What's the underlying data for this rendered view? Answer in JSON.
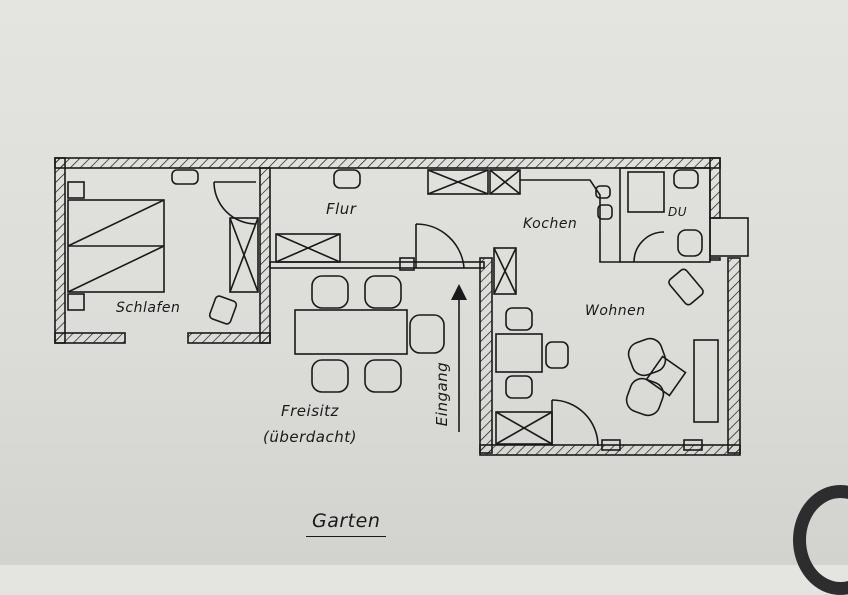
{
  "plan": {
    "rooms": {
      "flur": "Flur",
      "kochen": "Kochen",
      "du": "DU",
      "schlafen": "Schlafen",
      "wohnen": "Wohnen",
      "freisitz": "Freisitz",
      "freisitz_note": "(überdacht)",
      "eingang": "Eingang",
      "garten": "Garten"
    },
    "colors": {
      "ink": "#1a1a1a",
      "paper": "#e0e0dc",
      "cable": "#2d2d2d"
    }
  }
}
